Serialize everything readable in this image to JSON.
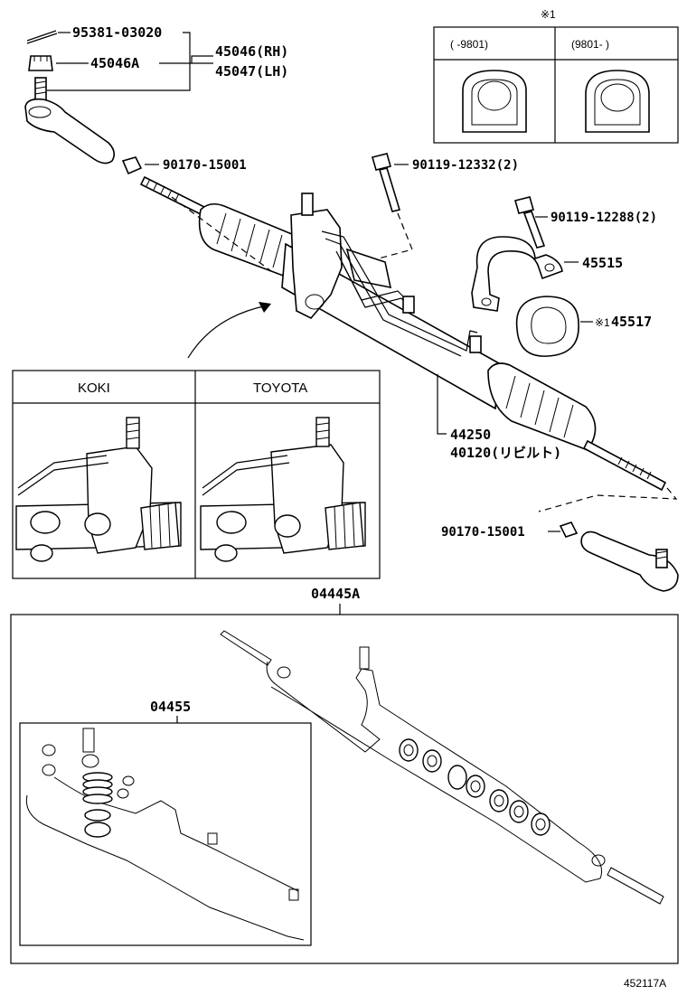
{
  "callouts": {
    "cotter_pin": "95381-03020",
    "nut_ctr": "45046A",
    "tie_end_rh": "45046(RH)",
    "tie_end_lh": "45047(LH)",
    "lock_nut_top": "90170-15001",
    "bolt_a": "90119-12332(2)",
    "bolt_b": "90119-12288(2)",
    "bracket": "45515",
    "bushing": "45517",
    "bushing_mark": "※1",
    "gear_assy": "44250",
    "gear_rebuilt": "40120(リビルト)",
    "lock_nut_bot": "90170-15001",
    "gasket_kit": "04445A",
    "sub_kit": "04455",
    "catalog_no": "452117A"
  },
  "inset_note": {
    "mark": "※1",
    "col_left": "(    -9801)",
    "col_right": "(9801-    )"
  },
  "maker_table": {
    "col_left": "KOKI",
    "col_right": "TOYOTA"
  }
}
